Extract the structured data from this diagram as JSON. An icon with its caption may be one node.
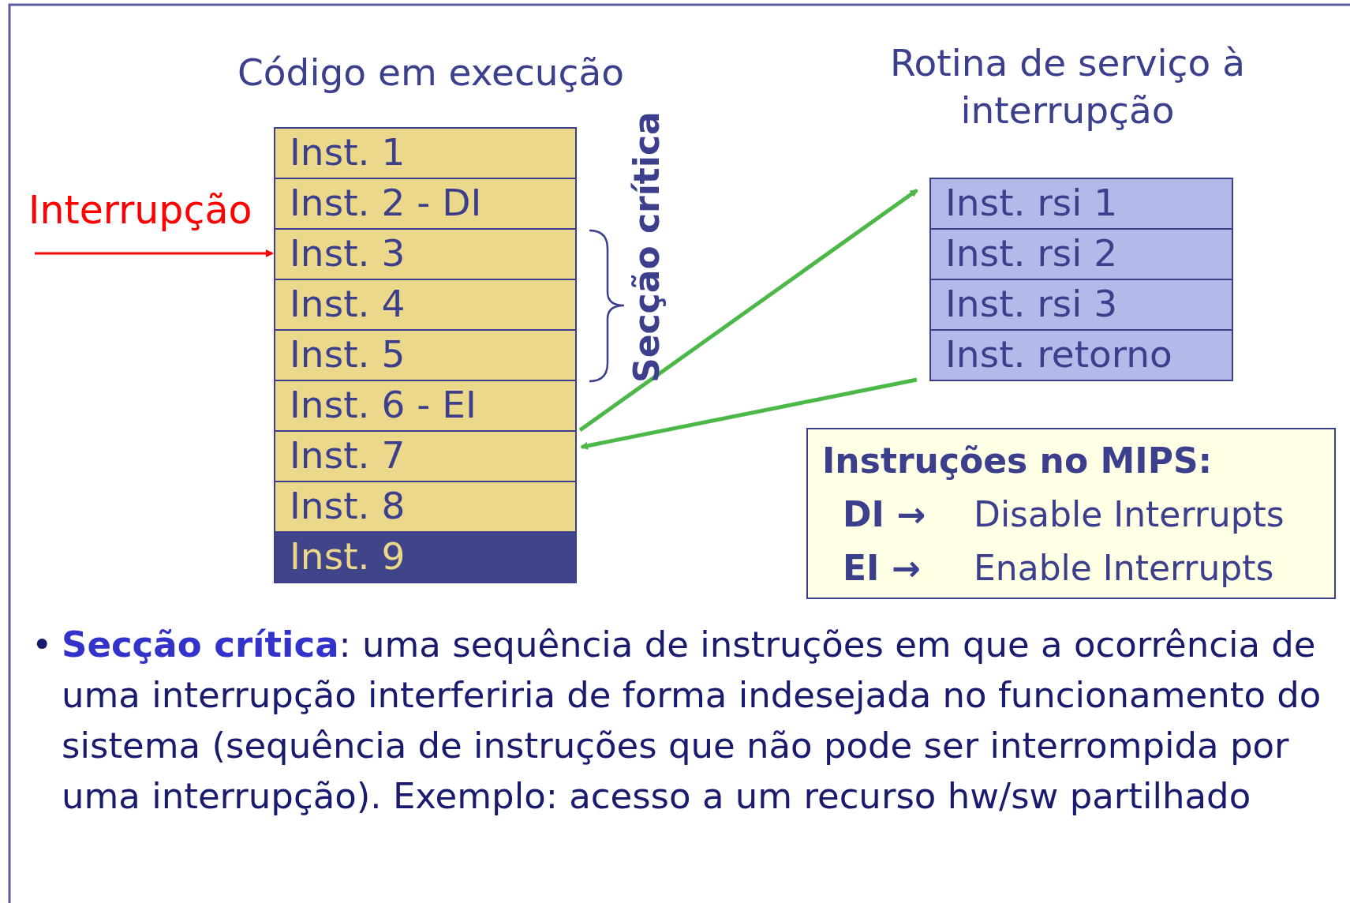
{
  "diagram": {
    "nodes": [
      {
        "text": [
          "Inst. 1"
        ]
      },
      {
        "text": [
          "Inst. 2 - DI"
        ]
      },
      {
        "text": [
          "Inst. 3"
        ]
      },
      {
        "text": [
          "Inst. 4"
        ]
      },
      {
        "text": [
          "Inst. 5"
        ]
      },
      {
        "text": [
          "Inst. 6 - EI"
        ]
      },
      {
        "text": [
          "Inst. 7"
        ]
      },
      {
        "text": [
          "Inst. 8"
        ]
      },
      {
        "text": [
          "Inst. 9"
        ]
      },
      {
        "text": [
          "Inst. rsi 1"
        ]
      },
      {
        "text": [
          "Inst. rsi 2"
        ]
      },
      {
        "text": [
          "Inst. rsi 3"
        ]
      },
      {
        "text": [
          "Inst. retorno"
        ]
      },
      {
        "text": [
          "Interrupção"
        ]
      },
      {
        "text": [
          "Instruções no MIPS:",
          "DI →",
          "Disable Interrupts",
          "EI →",
          "Enable Interrupts"
        ]
      }
    ],
    "edges": [
      {
        "from": 13,
        "to": 2,
        "arrow": "to",
        "color": "#ff0000"
      },
      {
        "from": 5,
        "to": 9,
        "arrow": "to"
      },
      {
        "from": 12,
        "to": 6,
        "arrow": "to"
      }
    ],
    "labels": [
      "Código em execução",
      "Rotina de serviço à interrupção",
      "Secção crítica",
      "•",
      "**Secção crítica**: uma sequência de instruções em que a ocorrência de uma interrupção interferiria de forma indesejada no funcionamento do sistema (sequência de instruções que não pode ser interrompida por uma interrupção). Exemplo: acesso a um recurso hw/sw partilhado"
    ]
  }
}
